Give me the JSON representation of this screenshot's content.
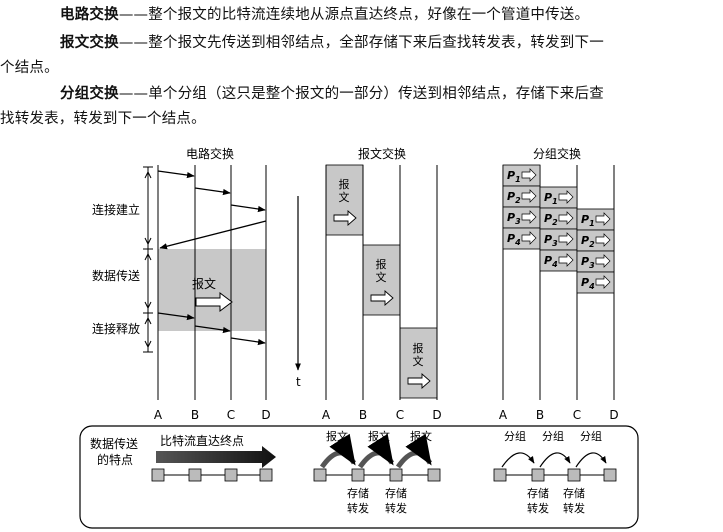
{
  "text": {
    "p1_term": "电路交换",
    "p1_body": "——整个报文的比特流连续地从源点直达终点，好像在一个管道中传送。",
    "p2_term": "报文交换",
    "p2_body": "——整个报文先传送到相邻结点，全部存储下来后查找转发表，转发到下一",
    "p2_cont": "个结点。",
    "p3_term": "分组交换",
    "p3_body": "——单个分组（这只是整个报文的一部分）传送到相邻结点，存储下来后查",
    "p3_cont": "找转发表，转发到下一个结点。"
  },
  "diagram": {
    "titles": [
      "电路交换",
      "报文交换",
      "分组交换"
    ],
    "phase_labels": [
      "连接建立",
      "数据传送",
      "连接释放"
    ],
    "node_labels": [
      "A",
      "B",
      "C",
      "D"
    ],
    "time_label": "t",
    "block_label_circuit": "报文",
    "block_label_message": "报",
    "block_label_message2": "文",
    "packet_prefix": "P",
    "packet_subs": [
      "1",
      "2",
      "3",
      "4"
    ],
    "bottom": {
      "feature_label_1": "数据传送",
      "feature_label_2": "的特点",
      "bitstream_label": "比特流直达终点",
      "msg_label": "报文",
      "pkt_label": "分组",
      "store": "存储",
      "forward": "转发"
    }
  }
}
